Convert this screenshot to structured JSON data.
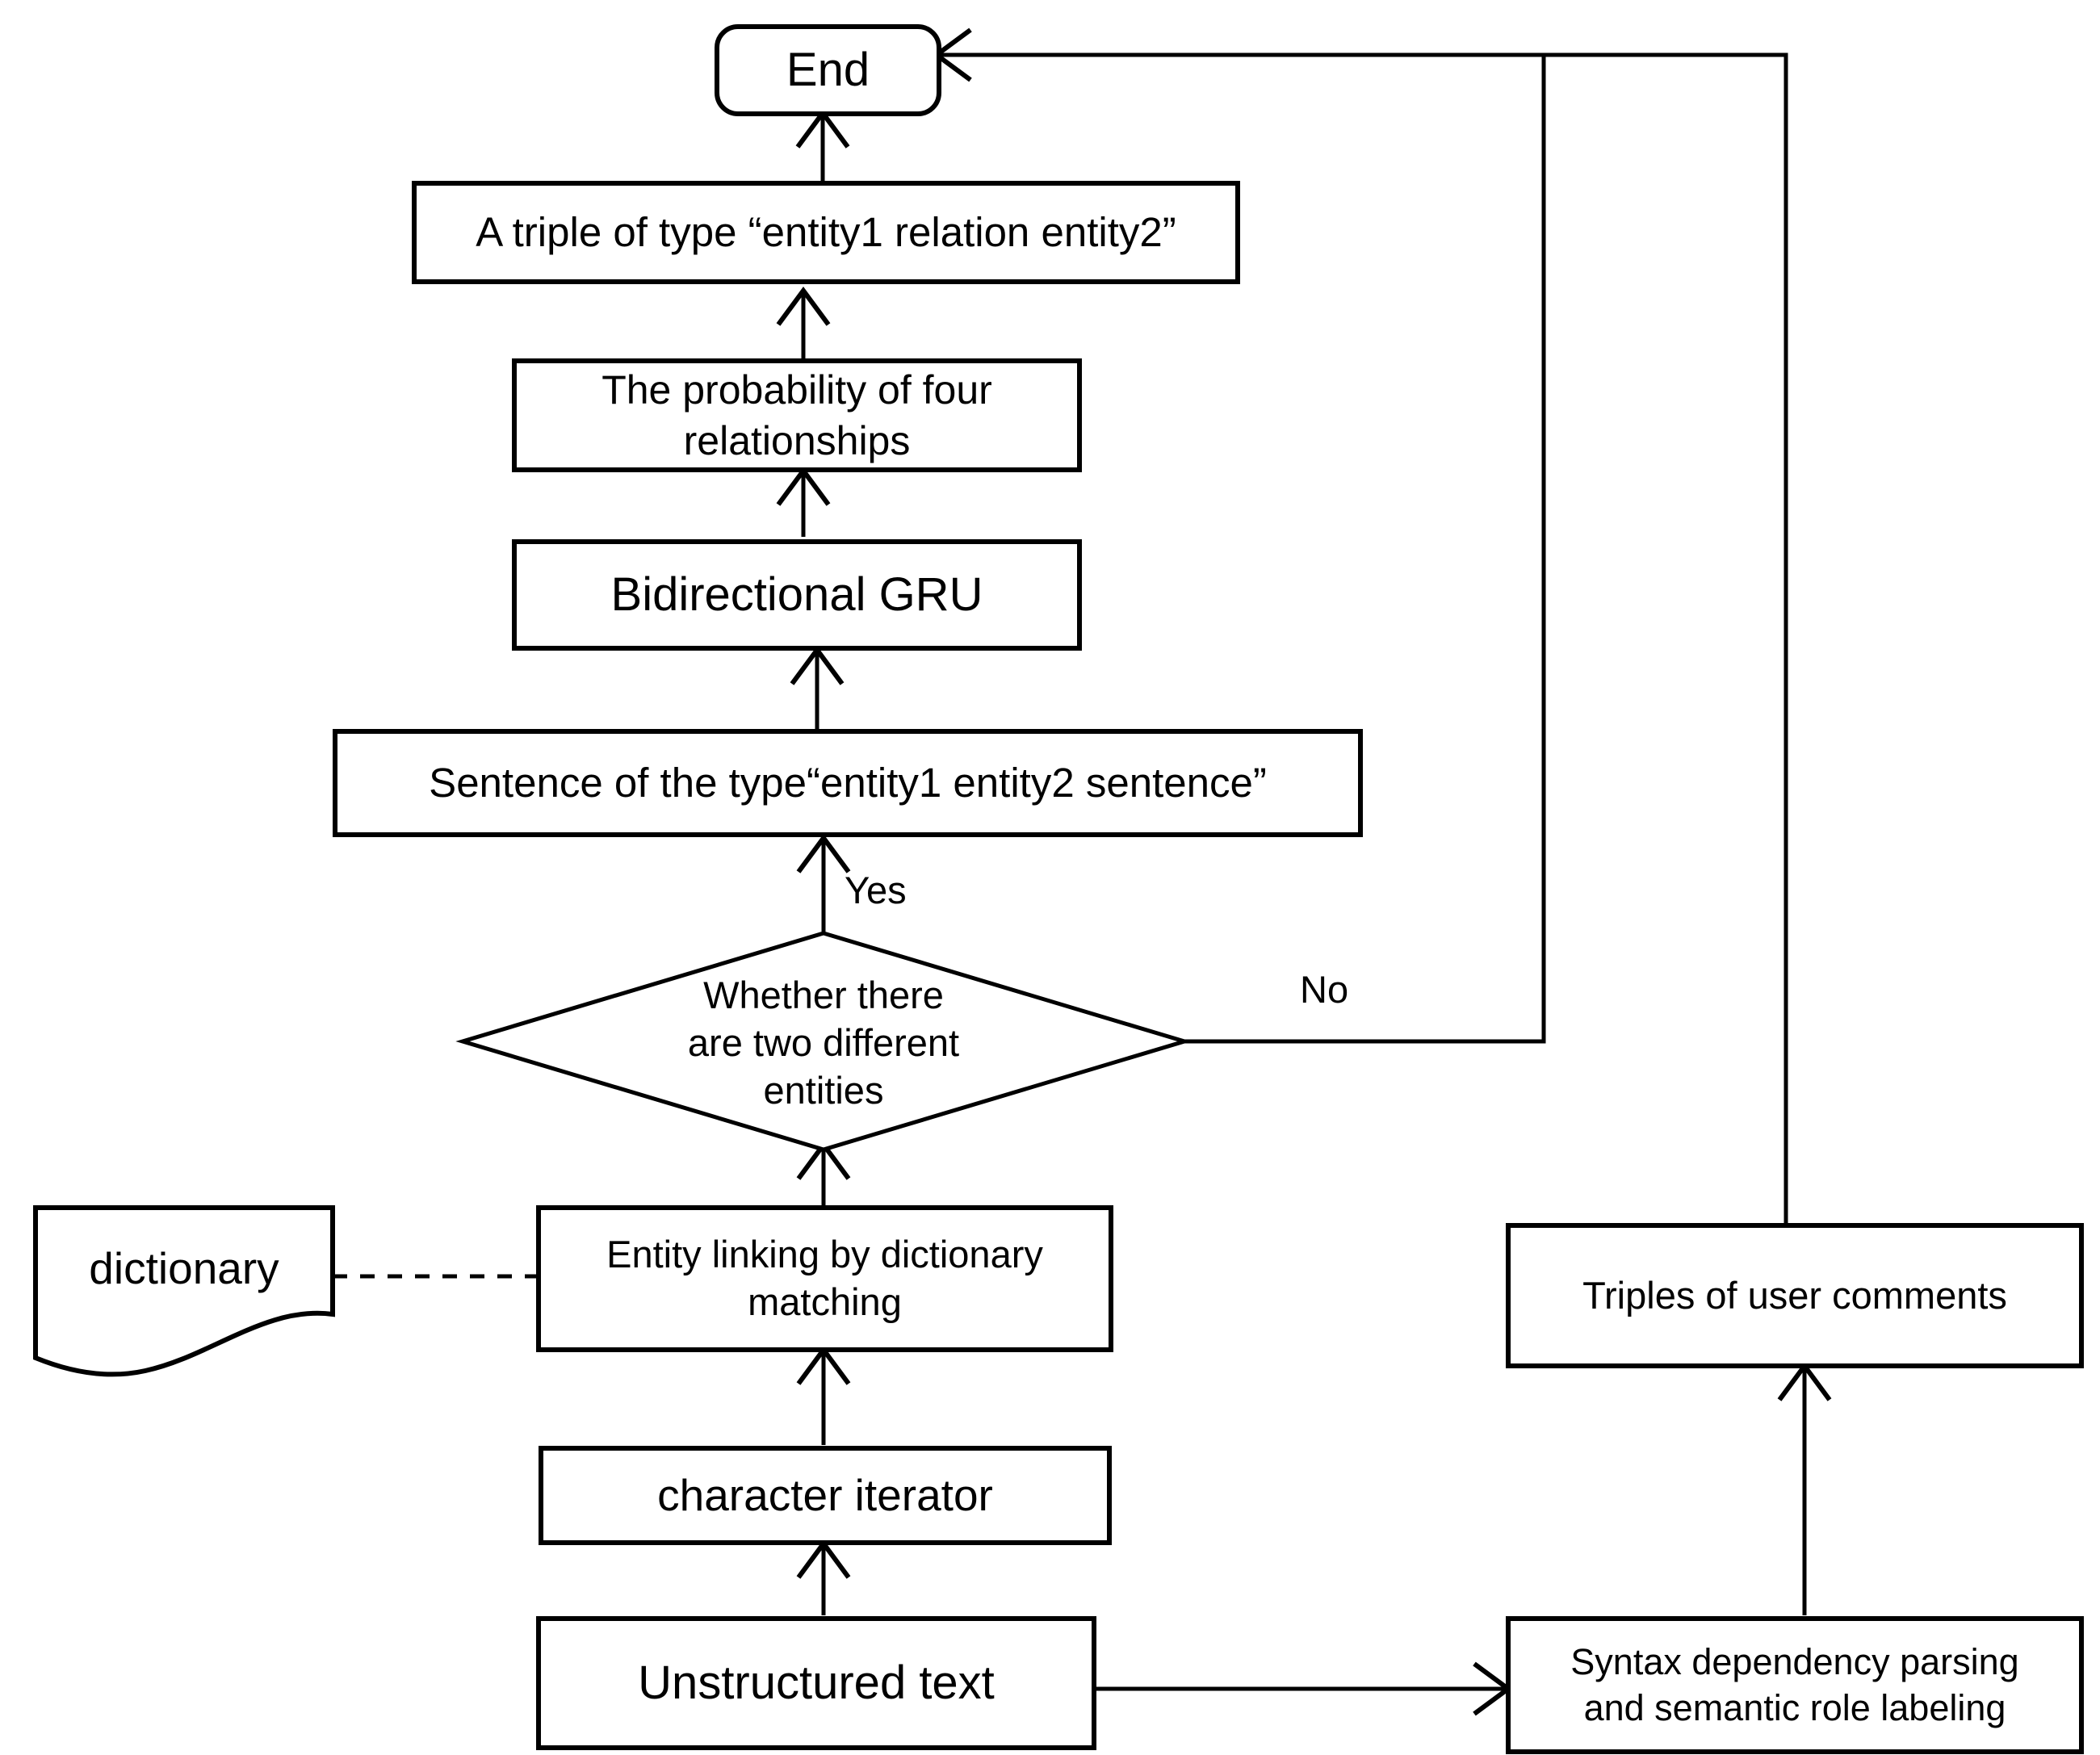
{
  "diagram": {
    "type": "flowchart",
    "title": "",
    "background_color": "#ffffff",
    "line_color": "#000000",
    "text_color": "#000000",
    "nodes": {
      "end": {
        "label": "End",
        "shape": "rounded-rectangle"
      },
      "triple": {
        "label": "A triple of type “entity1  relation  entity2”",
        "shape": "rectangle"
      },
      "probability": {
        "label": "The probability of four\nrelationships",
        "shape": "rectangle"
      },
      "gru": {
        "label": "Bidirectional GRU",
        "shape": "rectangle"
      },
      "sentence": {
        "label": "Sentence of the type“entity1  entity2  sentence”",
        "shape": "rectangle"
      },
      "decision": {
        "label": "Whether there\nare two different\nentities",
        "shape": "diamond"
      },
      "dictionary": {
        "label": "dictionary",
        "shape": "document"
      },
      "entity_linking": {
        "label": "Entity linking by dictionary\nmatching",
        "shape": "rectangle"
      },
      "character_iterator": {
        "label": "character iterator",
        "shape": "rectangle"
      },
      "unstructured_text": {
        "label": "Unstructured text",
        "shape": "rectangle"
      },
      "triples_user_comments": {
        "label": "Triples of user comments",
        "shape": "rectangle"
      },
      "syntax_parsing": {
        "label": "Syntax dependency parsing\nand semantic role labeling",
        "shape": "rectangle"
      }
    },
    "edge_labels": {
      "yes": "Yes",
      "no": "No"
    },
    "edges": [
      {
        "from": "triple",
        "to": "end",
        "label": "",
        "style": "solid-arrow"
      },
      {
        "from": "probability",
        "to": "triple",
        "label": "",
        "style": "solid-arrow"
      },
      {
        "from": "gru",
        "to": "probability",
        "label": "",
        "style": "solid-arrow"
      },
      {
        "from": "sentence",
        "to": "gru",
        "label": "",
        "style": "solid-arrow"
      },
      {
        "from": "decision",
        "to": "sentence",
        "label": "Yes",
        "style": "solid-arrow"
      },
      {
        "from": "decision",
        "to": "end",
        "label": "No",
        "style": "solid-arrow"
      },
      {
        "from": "entity_linking",
        "to": "decision",
        "label": "",
        "style": "solid-arrow"
      },
      {
        "from": "dictionary",
        "to": "entity_linking",
        "label": "",
        "style": "dashed"
      },
      {
        "from": "character_iterator",
        "to": "entity_linking",
        "label": "",
        "style": "solid-arrow"
      },
      {
        "from": "unstructured_text",
        "to": "character_iterator",
        "label": "",
        "style": "solid-arrow"
      },
      {
        "from": "unstructured_text",
        "to": "syntax_parsing",
        "label": "",
        "style": "solid-arrow"
      },
      {
        "from": "syntax_parsing",
        "to": "triples_user_comments",
        "label": "",
        "style": "solid-arrow"
      },
      {
        "from": "triples_user_comments",
        "to": "end",
        "label": "",
        "style": "solid-arrow"
      }
    ]
  }
}
